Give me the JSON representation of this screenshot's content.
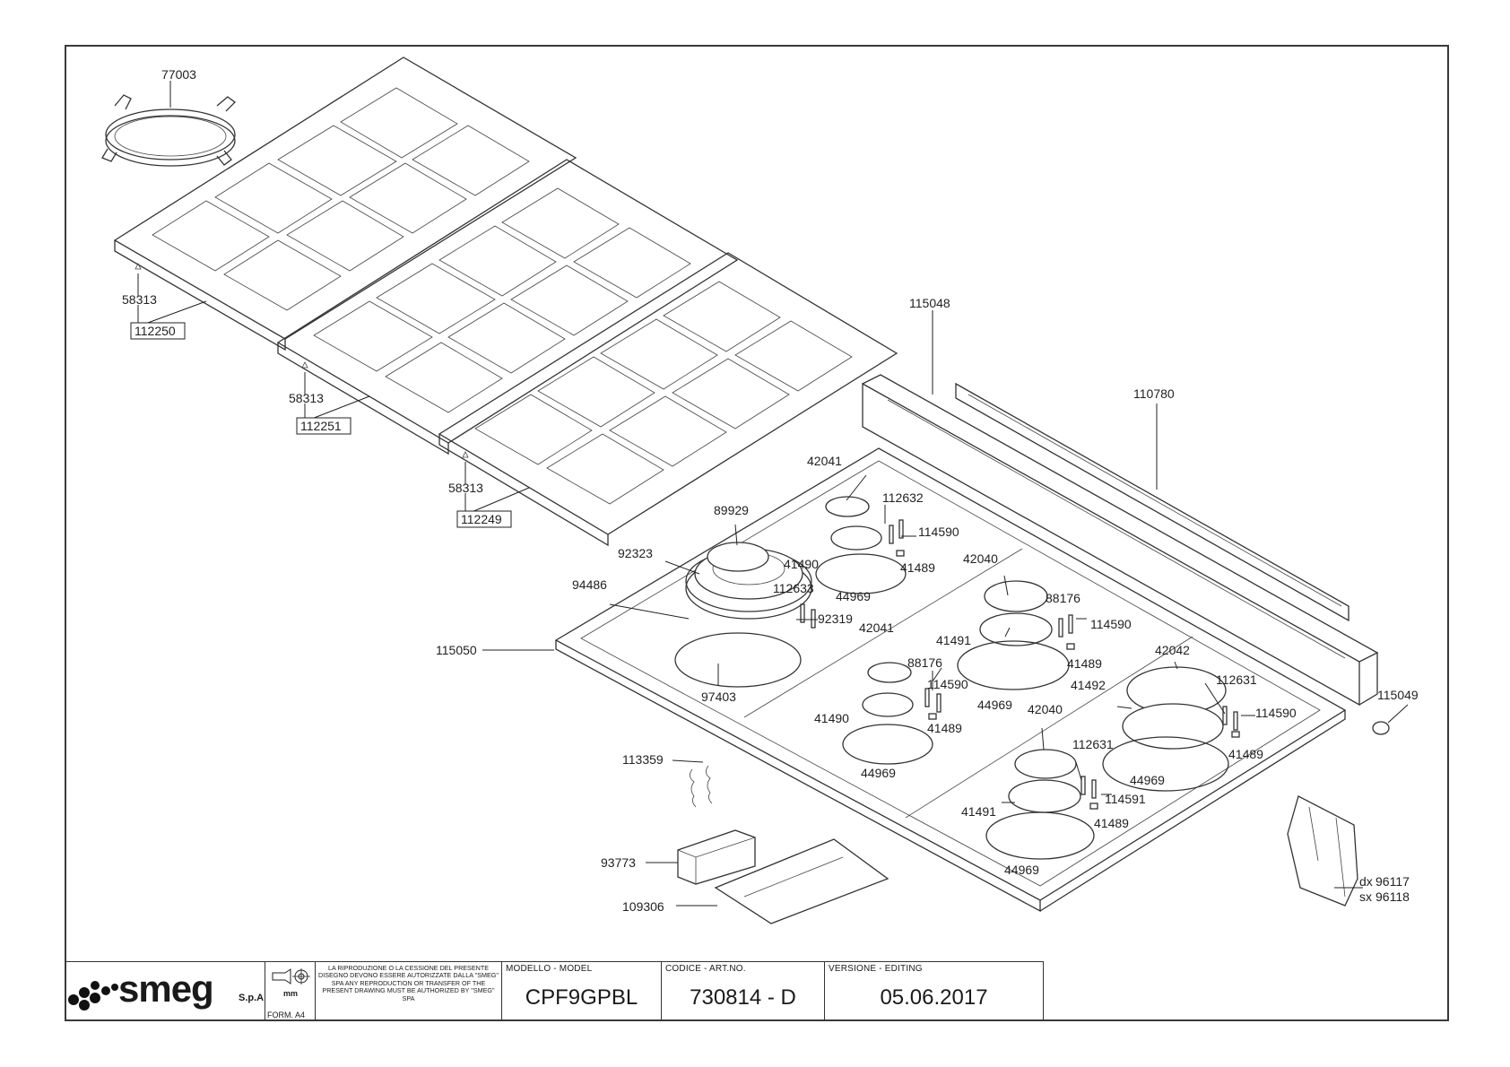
{
  "drawing": {
    "callouts": [
      {
        "id": "c1",
        "text": "77003"
      },
      {
        "id": "c2",
        "text": "58313"
      },
      {
        "id": "c3",
        "text": "112250"
      },
      {
        "id": "c4",
        "text": "58313"
      },
      {
        "id": "c5",
        "text": "112251"
      },
      {
        "id": "c6",
        "text": "58313"
      },
      {
        "id": "c7",
        "text": "112249"
      },
      {
        "id": "c8",
        "text": "115048"
      },
      {
        "id": "c9",
        "text": "110780"
      },
      {
        "id": "c10",
        "text": "42041"
      },
      {
        "id": "c11",
        "text": "112632"
      },
      {
        "id": "c12",
        "text": "114590"
      },
      {
        "id": "c13",
        "text": "89929"
      },
      {
        "id": "c14",
        "text": "92323"
      },
      {
        "id": "c15",
        "text": "41490"
      },
      {
        "id": "c16",
        "text": "41489"
      },
      {
        "id": "c17",
        "text": "44969"
      },
      {
        "id": "c18",
        "text": "94486"
      },
      {
        "id": "c19",
        "text": "42040"
      },
      {
        "id": "c20",
        "text": "112633"
      },
      {
        "id": "c21",
        "text": "92319"
      },
      {
        "id": "c22",
        "text": "88176"
      },
      {
        "id": "c23",
        "text": "114590"
      },
      {
        "id": "c24",
        "text": "42041"
      },
      {
        "id": "c25",
        "text": "115050"
      },
      {
        "id": "c26",
        "text": "41491"
      },
      {
        "id": "c27",
        "text": "41489"
      },
      {
        "id": "c28",
        "text": "42042"
      },
      {
        "id": "c29",
        "text": "88176"
      },
      {
        "id": "c30",
        "text": "97403"
      },
      {
        "id": "c31",
        "text": "114590"
      },
      {
        "id": "c32",
        "text": "44969"
      },
      {
        "id": "c33",
        "text": "41492"
      },
      {
        "id": "c34",
        "text": "112631"
      },
      {
        "id": "c35",
        "text": "115049"
      },
      {
        "id": "c36",
        "text": "41490"
      },
      {
        "id": "c37",
        "text": "41489"
      },
      {
        "id": "c38",
        "text": "42040"
      },
      {
        "id": "c39",
        "text": "114590"
      },
      {
        "id": "c40",
        "text": "112631"
      },
      {
        "id": "c41",
        "text": "41489"
      },
      {
        "id": "c42",
        "text": "113359"
      },
      {
        "id": "c43",
        "text": "44969"
      },
      {
        "id": "c44",
        "text": "44969"
      },
      {
        "id": "c45",
        "text": "114591"
      },
      {
        "id": "c46",
        "text": "41491"
      },
      {
        "id": "c47",
        "text": "41489"
      },
      {
        "id": "c48",
        "text": "93773"
      },
      {
        "id": "c49",
        "text": "44969"
      },
      {
        "id": "c50",
        "text": "dx"
      },
      {
        "id": "c51",
        "text": "96117"
      },
      {
        "id": "c52",
        "text": "sx"
      },
      {
        "id": "c53",
        "text": "96118"
      },
      {
        "id": "c54",
        "text": "109306"
      }
    ]
  },
  "titleblock": {
    "brand": "smeg",
    "brand_suffix": "S.p.A",
    "unit_label": "mm",
    "form": "FORM. A4",
    "notice": "LA RIPRODUZIONE O LA CESSIONE DEL PRESENTE DISEGNO DEVONO ESSERE AUTORIZZATE DALLA \"SMEG\" SPA ANY REPRODUCTION OR TRANSFER OF THE PRESENT DRAWING MUST BE AUTHORIZED BY \"SMEG\" SPA",
    "model_header": "MODELLO - MODEL",
    "model_value": "CPF9GPBL",
    "code_header": "CODICE - ART.NO.",
    "code_value": "730814 - D",
    "version_header": "VERSIONE - EDITING",
    "version_value": "05.06.2017"
  }
}
